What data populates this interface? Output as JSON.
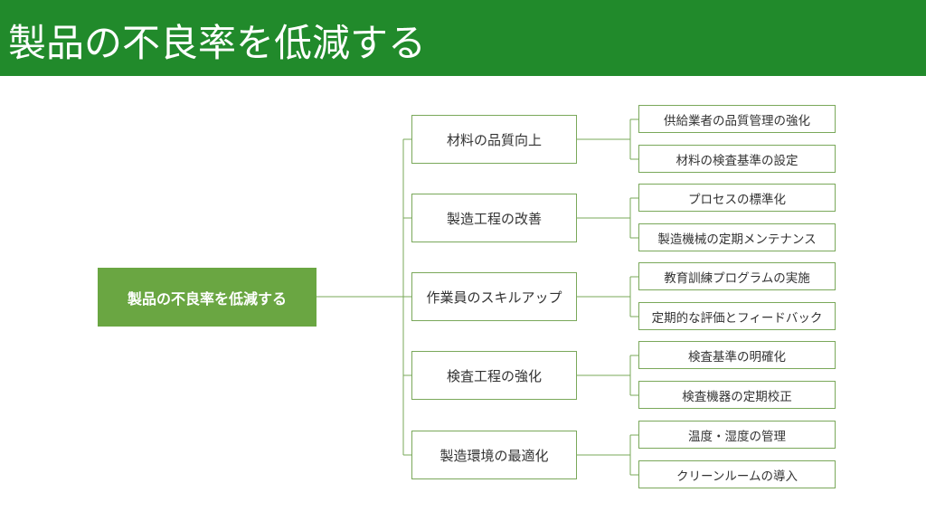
{
  "header": {
    "title": "製品の不良率を低減する"
  },
  "diagram": {
    "root": "製品の不良率を低減する",
    "branches": [
      {
        "label": "材料の品質向上",
        "children": [
          "供給業者の品質管理の強化",
          "材料の検査基準の設定"
        ]
      },
      {
        "label": "製造工程の改善",
        "children": [
          "プロセスの標準化",
          "製造機械の定期メンテナンス"
        ]
      },
      {
        "label": "作業員のスキルアップ",
        "children": [
          "教育訓練プログラムの実施",
          "定期的な評価とフィードバック"
        ]
      },
      {
        "label": "検査工程の強化",
        "children": [
          "検査基準の明確化",
          "検査機器の定期校正"
        ]
      },
      {
        "label": "製造環境の最適化",
        "children": [
          "温度・湿度の管理",
          "クリーンルームの導入"
        ]
      }
    ]
  },
  "colors": {
    "header_bg": "#218a2b",
    "root_bg": "#6aa642",
    "border": "#7aa85a"
  }
}
